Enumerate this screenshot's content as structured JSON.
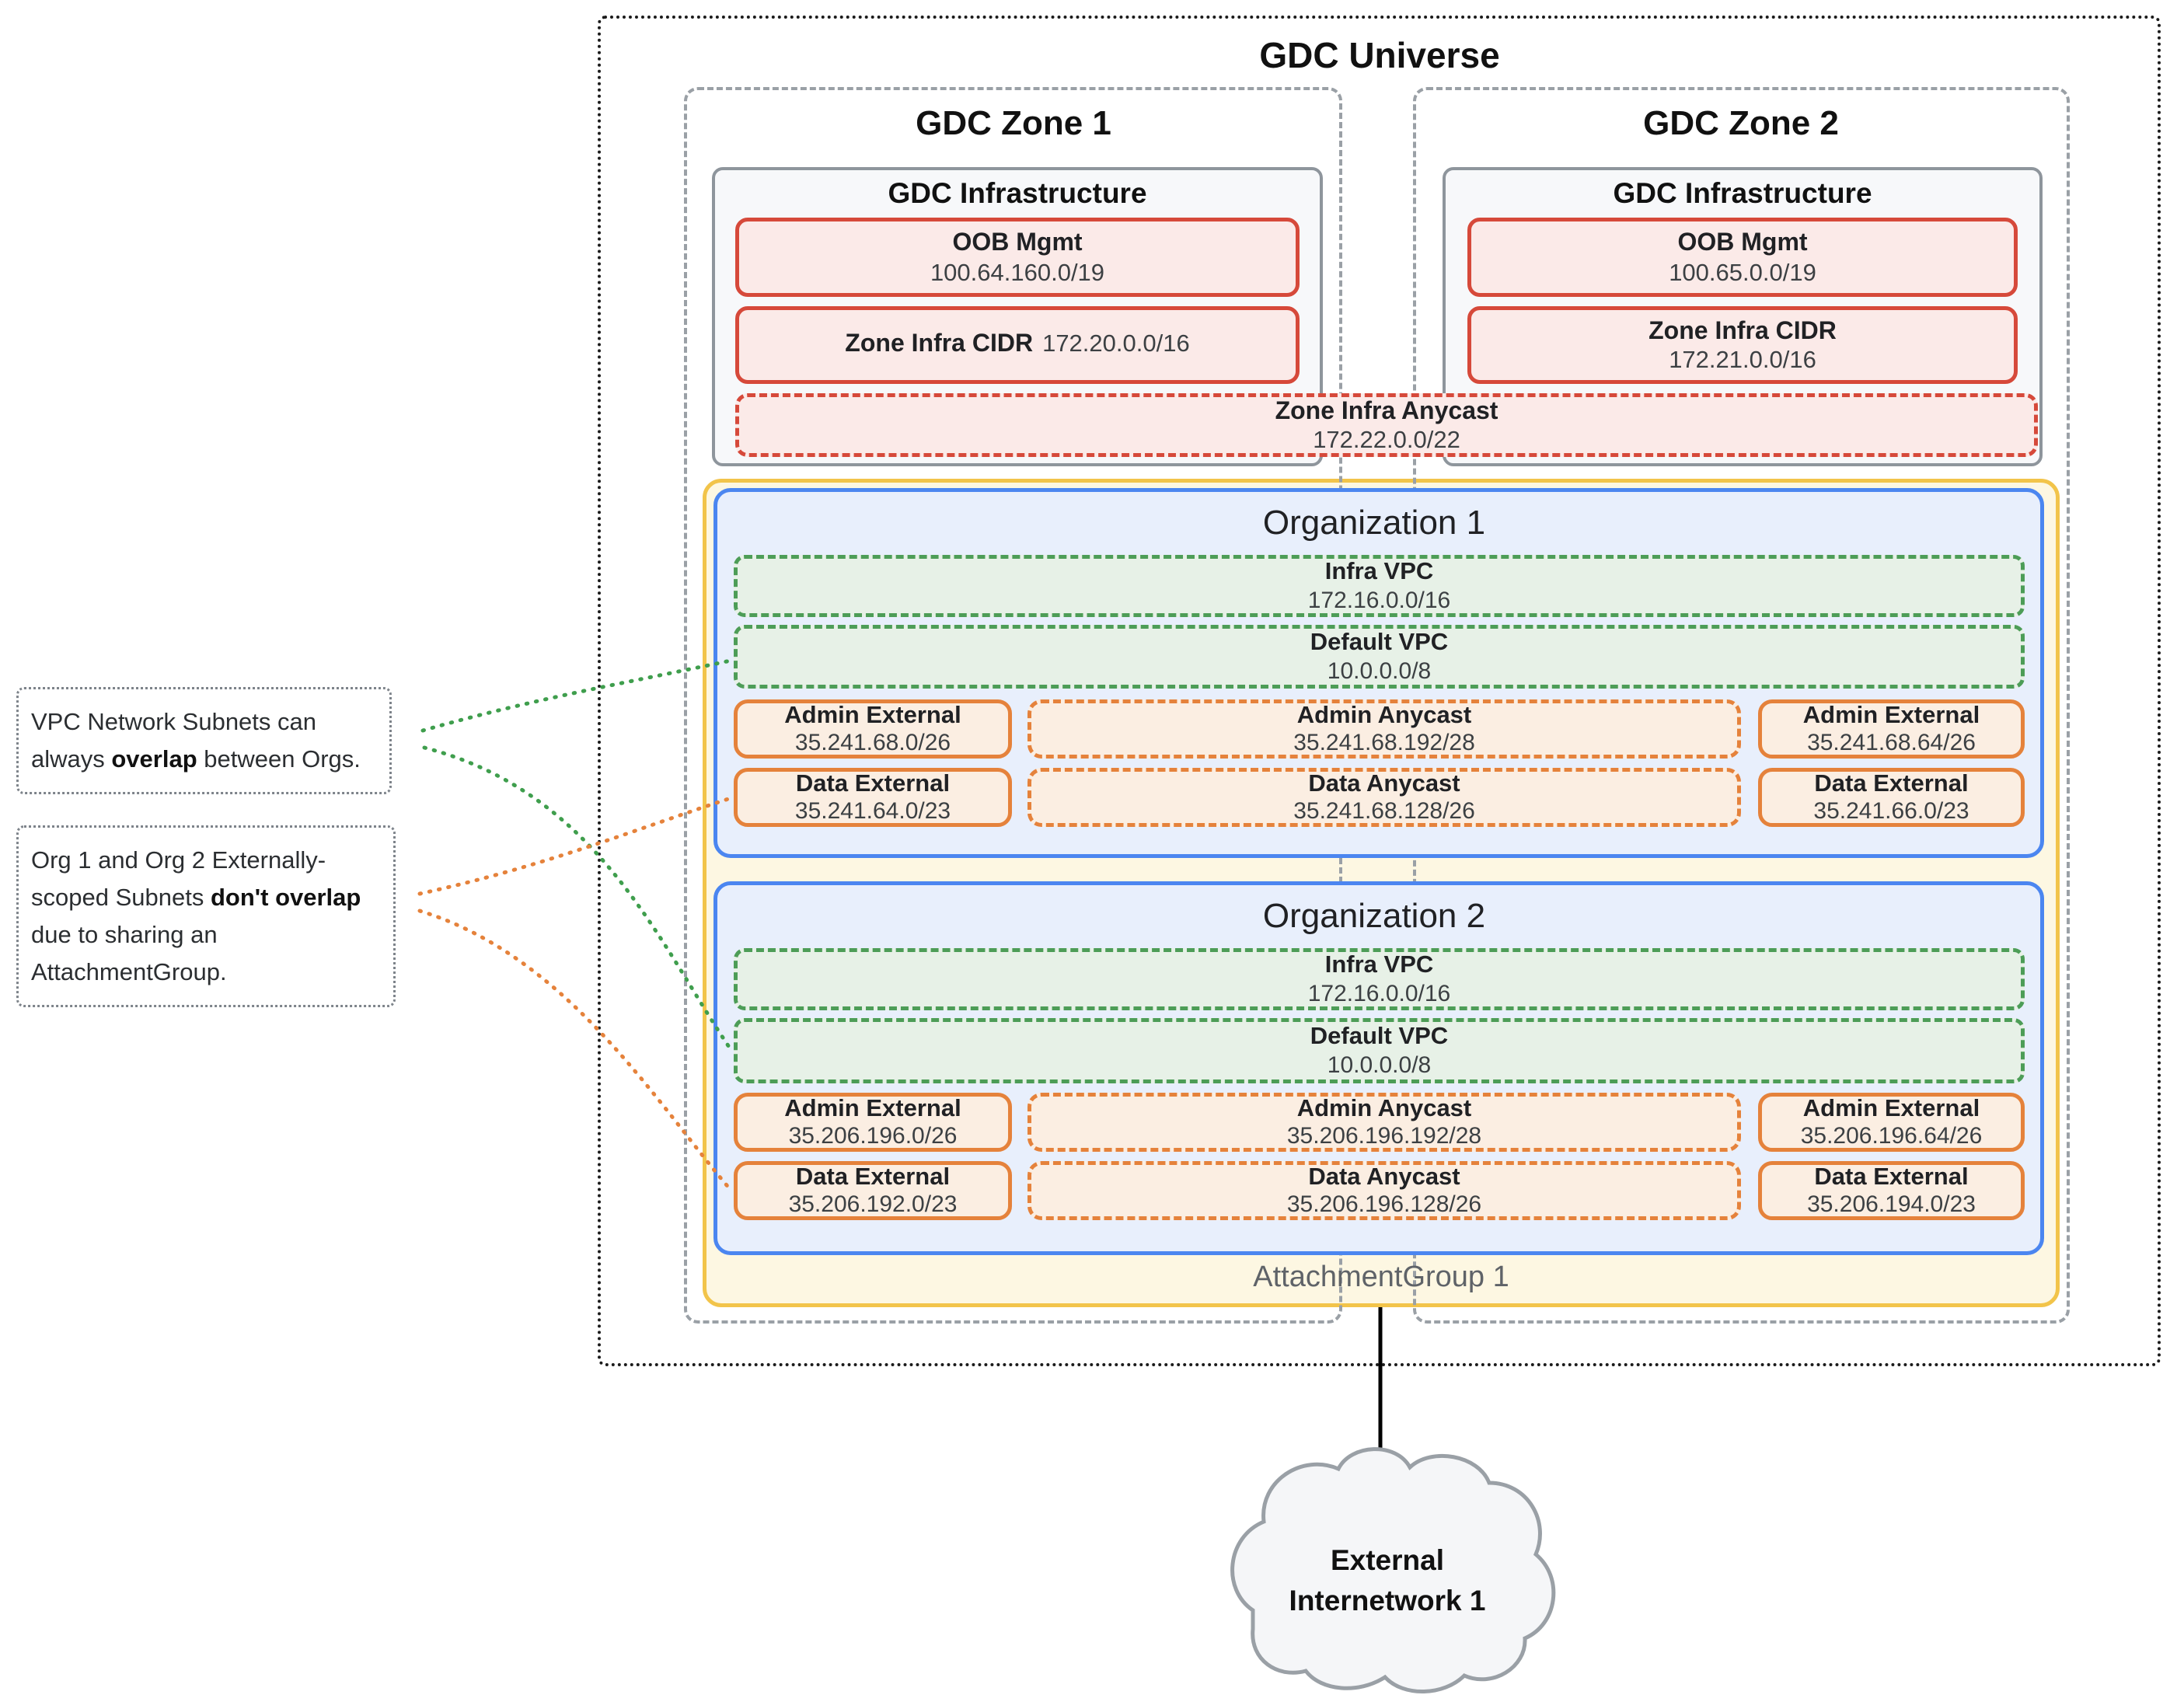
{
  "title": "GDC Universe",
  "zones": [
    {
      "title": "GDC Zone 1",
      "infra_title": "GDC Infrastructure",
      "oob": {
        "label": "OOB Mgmt",
        "cidr": "100.64.160.0/19"
      },
      "zone_cidr": {
        "label": "Zone Infra CIDR",
        "cidr": "172.20.0.0/16"
      }
    },
    {
      "title": "GDC Zone 2",
      "infra_title": "GDC Infrastructure",
      "oob": {
        "label": "OOB Mgmt",
        "cidr": "100.65.0.0/19"
      },
      "zone_cidr": {
        "label": "Zone Infra CIDR",
        "cidr": "172.21.0.0/16"
      }
    }
  ],
  "zone_anycast": {
    "label": "Zone Infra Anycast",
    "cidr": "172.22.0.0/22"
  },
  "organizations": [
    {
      "title": "Organization 1",
      "infra_vpc": {
        "label": "Infra VPC",
        "cidr": "172.16.0.0/16"
      },
      "default_vpc": {
        "label": "Default VPC",
        "cidr": "10.0.0.0/8"
      },
      "admin_external_left": {
        "label": "Admin External",
        "cidr": "35.241.68.0/26"
      },
      "admin_anycast": {
        "label": "Admin Anycast",
        "cidr": "35.241.68.192/28"
      },
      "admin_external_right": {
        "label": "Admin External",
        "cidr": "35.241.68.64/26"
      },
      "data_external_left": {
        "label": "Data External",
        "cidr": "35.241.64.0/23"
      },
      "data_anycast": {
        "label": "Data Anycast",
        "cidr": "35.241.68.128/26"
      },
      "data_external_right": {
        "label": "Data External",
        "cidr": "35.241.66.0/23"
      }
    },
    {
      "title": "Organization 2",
      "infra_vpc": {
        "label": "Infra VPC",
        "cidr": "172.16.0.0/16"
      },
      "default_vpc": {
        "label": "Default VPC",
        "cidr": "10.0.0.0/8"
      },
      "admin_external_left": {
        "label": "Admin External",
        "cidr": "35.206.196.0/26"
      },
      "admin_anycast": {
        "label": "Admin Anycast",
        "cidr": "35.206.196.192/28"
      },
      "admin_external_right": {
        "label": "Admin External",
        "cidr": "35.206.196.64/26"
      },
      "data_external_left": {
        "label": "Data External",
        "cidr": "35.206.192.0/23"
      },
      "data_anycast": {
        "label": "Data Anycast",
        "cidr": "35.206.196.128/26"
      },
      "data_external_right": {
        "label": "Data External",
        "cidr": "35.206.194.0/23"
      }
    }
  ],
  "attachment_group": {
    "label": "AttachmentGroup 1"
  },
  "cloud": {
    "line1": "External",
    "line2": "Internetwork 1"
  },
  "annotations": [
    {
      "pre": "VPC Network Subnets can always ",
      "bold": "overlap",
      "post": " between Orgs."
    },
    {
      "pre": "Org 1 and Org 2 Externally-scoped Subnets ",
      "bold": "don't overlap",
      "post": " due to sharing an AttachmentGroup."
    }
  ],
  "colors": {
    "red_border": "#d6493a",
    "red_fill": "#fbeae8",
    "zone_dash": "#9aa0a6",
    "infra_fill": "#f7f8fa",
    "yellow_border": "#f2c44a",
    "yellow_fill": "#fdf7e2",
    "blue_border": "#4b86f0",
    "blue_fill": "#e8effc",
    "green_border": "#4d9d57",
    "green_fill": "#e7f1e7",
    "orange_border": "#e5823b",
    "orange_fill": "#fbeee2",
    "connector_green": "#3f9e4d",
    "connector_orange": "#e5823b"
  }
}
